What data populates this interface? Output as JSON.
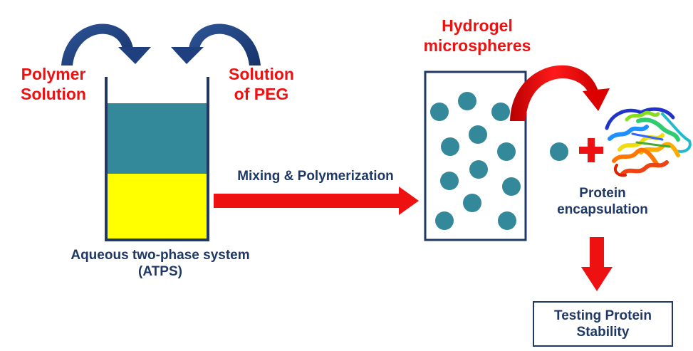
{
  "labels": {
    "polymer_solution_1": "Polymer",
    "polymer_solution_2": "Solution",
    "solution_peg_1": "Solution",
    "solution_peg_2": "of PEG",
    "hydrogel_1": "Hydrogel",
    "hydrogel_2": "microspheres",
    "mixing": "Mixing & Polymerization",
    "atps_1": "Aqueous two-phase system",
    "atps_2": "(ATPS)",
    "protein_1": "Protein",
    "protein_2": "encapsulation",
    "testing_1": "Testing Protein",
    "testing_2": "Stability"
  },
  "colors": {
    "label_red": "#ee1111",
    "label_navy": "#1f3864",
    "top_phase": "#338899",
    "bottom_phase": "#ffff00",
    "microsphere": "#338899",
    "arrow_red": "#ee1111",
    "curved_arrow_blue": "#1f3f7f"
  },
  "icons": {
    "plus": "plus-icon",
    "protein": "protein-structure-icon"
  }
}
